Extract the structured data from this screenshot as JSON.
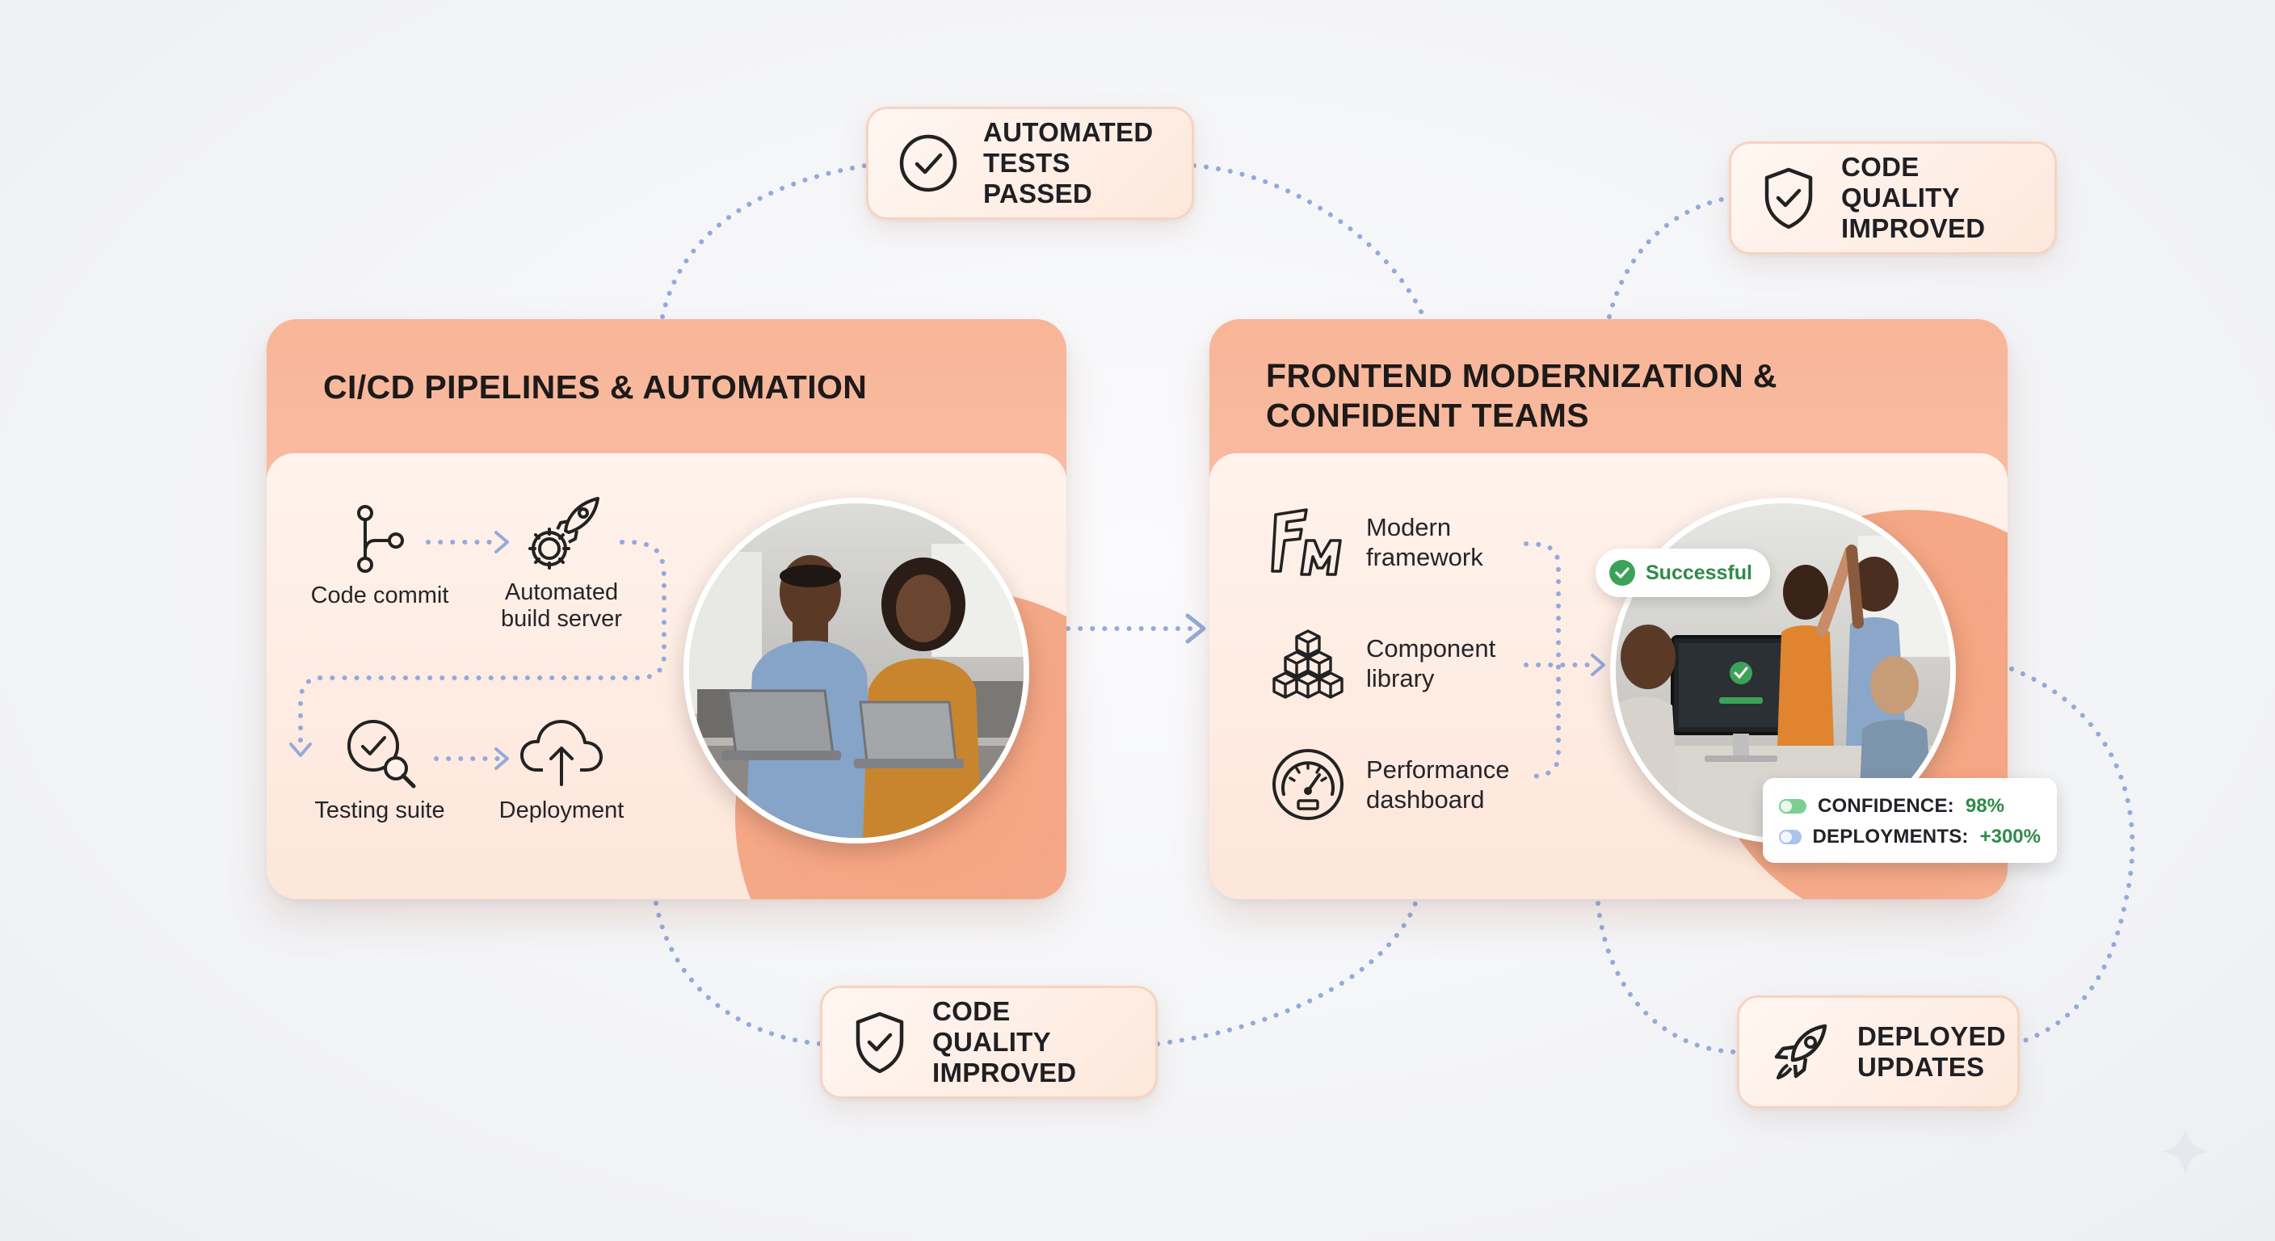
{
  "pills": {
    "automated_tests": "AUTOMATED\nTESTS PASSED",
    "code_quality_top": "CODE QUALITY\nIMPROVED",
    "code_quality_bottom": "CODE QUALITY\nIMPROVED",
    "deployed_updates": "DEPLOYED\nUPDATES"
  },
  "cicd_card": {
    "title": "CI/CD PIPELINES & AUTOMATION",
    "steps": [
      {
        "label": "Code commit",
        "icon": "git-branch-icon"
      },
      {
        "label": "Automated\nbuild server",
        "icon": "rocket-gear-icon"
      },
      {
        "label": "Testing suite",
        "icon": "check-magnifier-icon"
      },
      {
        "label": "Deployment",
        "icon": "cloud-upload-icon"
      }
    ]
  },
  "frontend_card": {
    "title": "FRONTEND MODERNIZATION &\nCONFIDENT TEAMS",
    "features": [
      {
        "label": "Modern\nframework",
        "icon": "fm-logo-icon"
      },
      {
        "label": "Component\nlibrary",
        "icon": "cubes-icon"
      },
      {
        "label": "Performance\ndashboard",
        "icon": "gauge-icon"
      }
    ],
    "success_badge": "Successful",
    "metrics": [
      {
        "key": "CONFIDENCE:",
        "value": "98%"
      },
      {
        "key": "DEPLOYMENTS:",
        "value": "+300%"
      }
    ]
  },
  "colors": {
    "card_header": "#f8b598",
    "card_body": "#fff3ec",
    "connector": "#93aadb",
    "success": "#2f8a4a"
  }
}
